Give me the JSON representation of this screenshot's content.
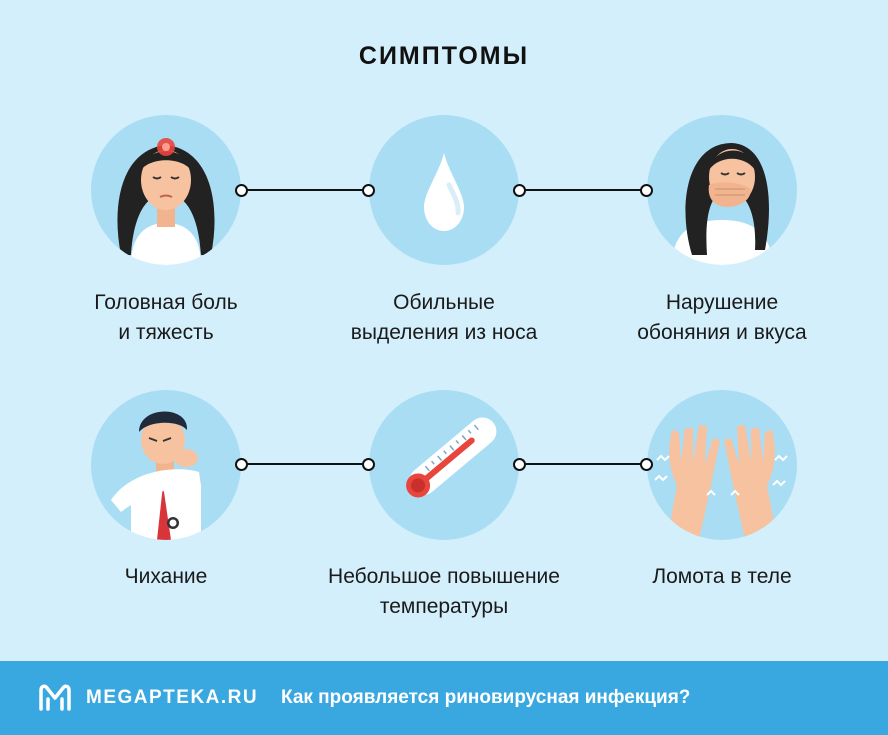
{
  "title": "симптомы",
  "symptoms": [
    {
      "line1": "Головная боль",
      "line2": "и тяжесть"
    },
    {
      "line1": "Обильные",
      "line2": "выделения из носа"
    },
    {
      "line1": "Нарушение",
      "line2": "обоняния и вкуса"
    },
    {
      "line1": "Чихание",
      "line2": ""
    },
    {
      "line1": "Небольшое повышение",
      "line2": "температуры"
    },
    {
      "line1": "Ломота в теле",
      "line2": ""
    }
  ],
  "footer": {
    "brand": "MEGAPTEKA.RU",
    "caption": "Как проявляется риновирусная инфекция?",
    "background": "#3aa8e0"
  },
  "colors": {
    "background": "#d3effb",
    "circle": "#a9ddf4",
    "accent_red": "#e8453c"
  },
  "icons": [
    "headache-woman-icon",
    "water-drop-icon",
    "covering-mouth-woman-icon",
    "sneezing-man-icon",
    "thermometer-icon",
    "aching-hands-icon",
    "logo-icon"
  ]
}
